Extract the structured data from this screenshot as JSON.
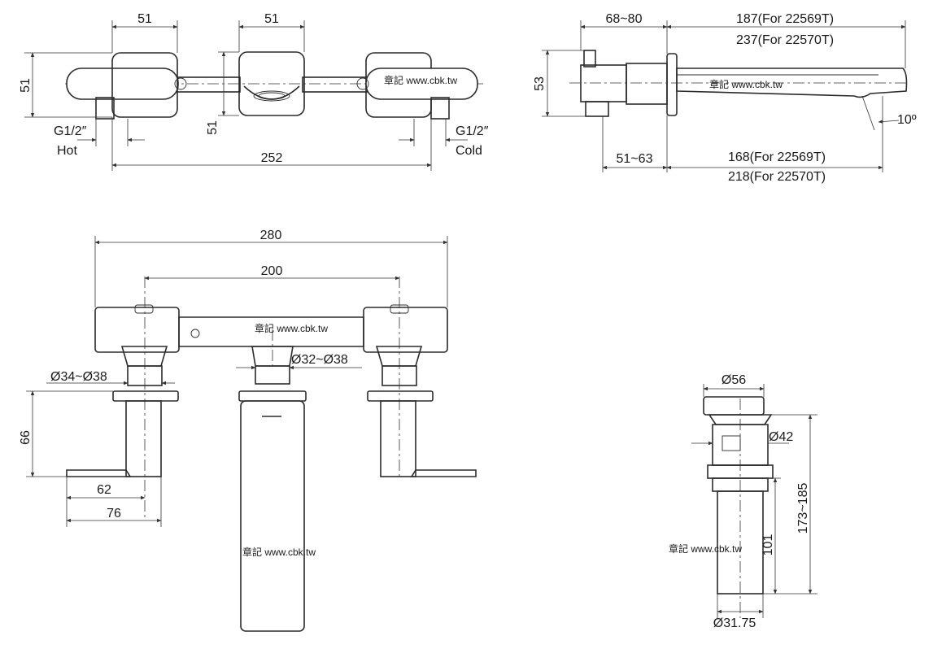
{
  "top_view": {
    "dim_top_left": "51",
    "dim_top_mid": "51",
    "dim_left_vertical": "51",
    "dim_mid_vertical": "51",
    "dim_overall": "252",
    "hot_thread": "G1/2″",
    "hot_label": "Hot",
    "cold_thread": "G1/2″",
    "cold_label": "Cold"
  },
  "side_view": {
    "dim_wall": "68~80",
    "dim_height": "53",
    "dim_spout_a": "187(For 22569T)",
    "dim_spout_b": "237(For 22570T)",
    "dim_depth": "51~63",
    "dim_reach_a": "168(For 22569T)",
    "dim_reach_b": "218(For 22570T)",
    "dim_angle": "10º"
  },
  "front_view": {
    "dim_overall": "280",
    "dim_centers": "200",
    "dim_handle_escutcheon": "Ø34~Ø38",
    "dim_spout_escutcheon": "Ø32~Ø38",
    "dim_handle_height": "66",
    "dim_handle_reach": "62",
    "dim_handle_length": "76"
  },
  "drain_view": {
    "dim_cap": "Ø56",
    "dim_body": "Ø42",
    "dim_total": "173~185",
    "dim_tail": "101",
    "dim_tail_dia": "Ø31.75"
  },
  "watermark": {
    "text": "章記 www.cbk.tw"
  }
}
